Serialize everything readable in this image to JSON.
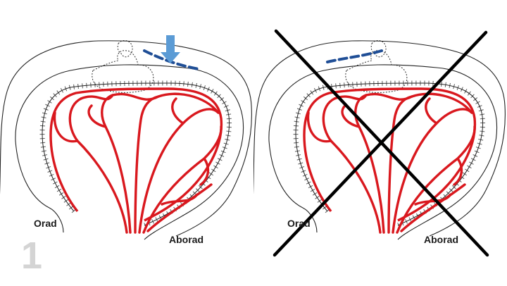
{
  "figure": {
    "number": "1"
  },
  "panels": [
    {
      "orad_label": "Orad",
      "aborad_label": "Aborad",
      "variant": "correct",
      "arrow_color": "#5b9bd5",
      "cut_line_color": "#1f4e96"
    },
    {
      "orad_label": "Orad",
      "aborad_label": "Aborad",
      "variant": "incorrect",
      "cross_color": "#000000",
      "cut_line_color": "#1f4e96"
    }
  ],
  "colors": {
    "vessel": "#d9181e",
    "outline": "#222222"
  }
}
